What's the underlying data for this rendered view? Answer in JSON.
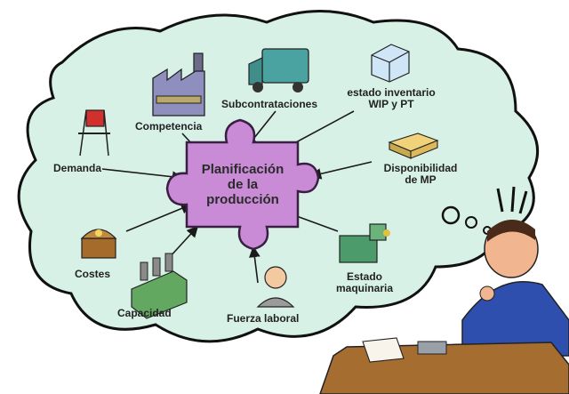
{
  "diagram": {
    "center": {
      "line1": "Planificación",
      "line2": "de la",
      "line3": "producción"
    },
    "factors": {
      "subcontrataciones": "Subcontrataciones",
      "estado_inventario_1": "estado inventario",
      "estado_inventario_2": "WIP y PT",
      "competencia": "Competencia",
      "demanda": "Demanda",
      "disponibilidad_1": "Disponibilidad",
      "disponibilidad_2": "de MP",
      "costes": "Costes",
      "estado_maquinaria_1": "Estado",
      "estado_maquinaria_2": "maquinaria",
      "capacidad": "Capacidad",
      "fuerza_laboral": "Fuerza laboral"
    }
  },
  "colors": {
    "cloud_fill": "#d7f1e6",
    "cloud_stroke": "#111111",
    "puzzle_fill": "#c98bd6",
    "arrow": "#1a1a1a"
  }
}
